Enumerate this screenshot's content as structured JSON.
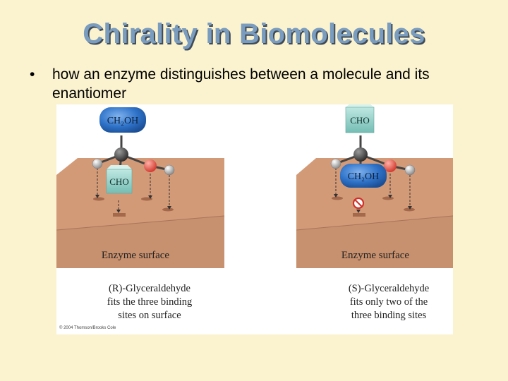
{
  "slide": {
    "title": "Chirality in Biomolecules",
    "bullet_marker": "•",
    "bullet_text": "how an enzyme distinguishes between a molecule and its enantiomer"
  },
  "figure": {
    "left": {
      "top_group": "CH₂OH",
      "middle_group": "CHO",
      "surface_label": "Enzyme surface",
      "caption_lines": [
        "(R)-Glyceraldehyde",
        "fits the three binding",
        "sites on surface"
      ]
    },
    "right": {
      "top_group": "CHO",
      "middle_group": "CH₂OH",
      "surface_label": "Enzyme surface",
      "caption_lines": [
        "(S)-Glyceraldehyde",
        "fits only two of the",
        "three binding sites"
      ]
    },
    "copyright": "© 2004 Thomson/Brooks Cole"
  },
  "colors": {
    "title": "#7a9cbe",
    "background": "#fbf3cf",
    "surface_top": "#d39a78",
    "surface_front": "#c7906e",
    "surface_side": "#b27c5d",
    "ch2oh_blue": "#2e72c8",
    "cho_teal": "#86ccc4",
    "carbon_gray": "#555555",
    "oxygen_red": "#e2564b"
  }
}
